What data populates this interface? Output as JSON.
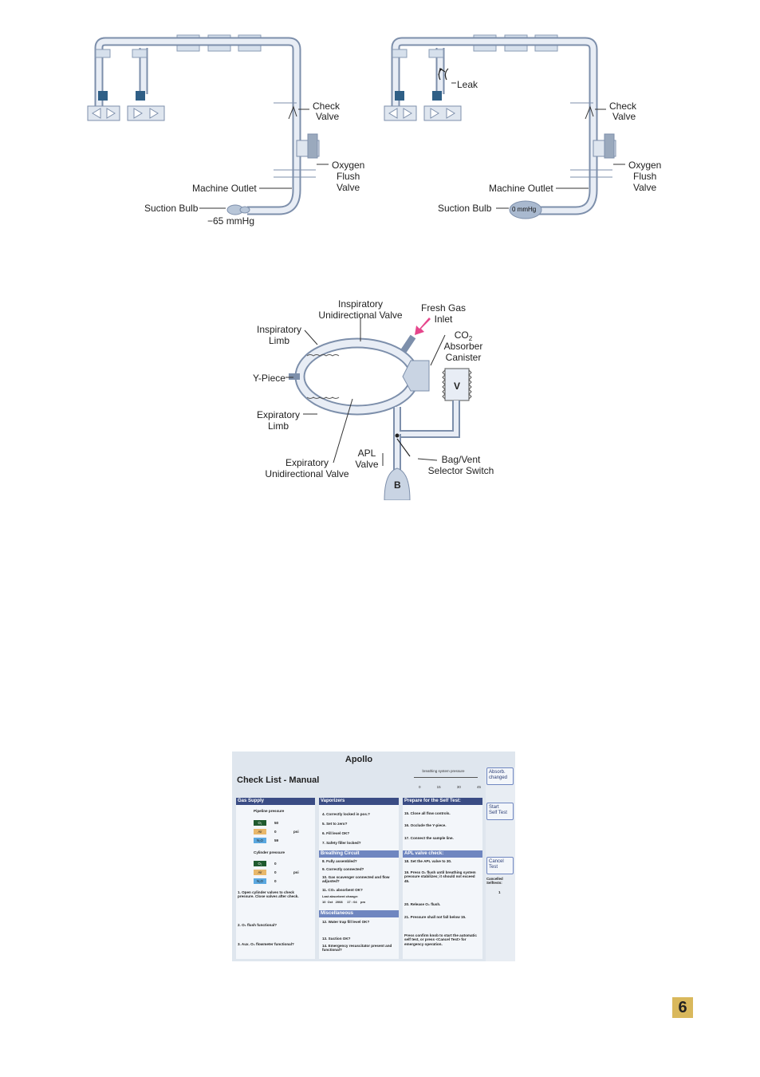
{
  "figure1": {
    "left": {
      "check_valve": [
        "Check",
        "Valve"
      ],
      "oxygen_flush": [
        "Oxygen",
        "Flush",
        "Valve"
      ],
      "machine_outlet": "Machine Outlet",
      "suction_bulb": "Suction Bulb",
      "pressure": "−65 mmHg"
    },
    "right": {
      "leak": "Leak",
      "check_valve": [
        "Check",
        "Valve"
      ],
      "oxygen_flush": [
        "Oxygen",
        "Flush",
        "Valve"
      ],
      "machine_outlet": "Machine Outlet",
      "suction_bulb": "Suction Bulb",
      "pressure": "0 mmHg"
    }
  },
  "figure2": {
    "insp_valve": [
      "Inspiratory",
      "Unidirectional Valve"
    ],
    "fresh_gas": [
      "Fresh Gas",
      "Inlet"
    ],
    "insp_limb": [
      "Inspiratory",
      "Limb"
    ],
    "co2": [
      "CO",
      "2",
      "Absorber",
      "Canister"
    ],
    "ypiece": "Y-Piece",
    "v": "V",
    "exp_limb": [
      "Expiratory",
      "Limb"
    ],
    "apl": [
      "APL",
      "Valve"
    ],
    "bagvent": [
      "Bag/Vent",
      "Selector Switch"
    ],
    "exp_valve": [
      "Expiratory",
      "Unidirectional Valve"
    ],
    "b": "B"
  },
  "apollo": {
    "title": "Apollo",
    "checklist_title": "Check List - Manual",
    "bsp_label": "breathing system pressure",
    "bsp_ticks": [
      "0",
      "15",
      "30",
      "45"
    ],
    "sidebar": {
      "absorb": [
        "Absorb.",
        "changed"
      ],
      "start": [
        "Start",
        "Self Test"
      ],
      "cancel": [
        "Cancel",
        "Test"
      ],
      "cancelled_label": "Cancelled Selftests:",
      "cancelled_value": "1"
    },
    "gas_supply": {
      "header": "Gas Supply",
      "pipeline_label": "Pipeline pressure",
      "cylinder_label": "Cylinder pressure",
      "unit": "psi",
      "pipeline": [
        {
          "gas": "O₂",
          "value": "50",
          "color": "#1f5a2e"
        },
        {
          "gas": "Air",
          "value": "0",
          "color": "#e9b86a"
        },
        {
          "gas": "N₂O",
          "value": "59",
          "color": "#5aa8e0"
        }
      ],
      "cylinder": [
        {
          "gas": "O₂",
          "value": "0",
          "color": "#1f5a2e"
        },
        {
          "gas": "Air",
          "value": "0",
          "color": "#e9b86a"
        },
        {
          "gas": "N₂O",
          "value": "0",
          "color": "#5aa8e0"
        }
      ],
      "items": [
        "1. Open cylinder valves to check pressure. Close valves after check.",
        "2. O₂ flush functional?",
        "3. Aux. O₂ flowmeter functional?"
      ]
    },
    "vaporizers": {
      "header": "Vaporizers",
      "items": [
        "4. Correctly locked in pos.?",
        "5. Set to zero?",
        "6. Fill level OK?",
        "7. Safety filler locked?"
      ]
    },
    "breathing_circuit": {
      "header": "Breathing Circuit",
      "items": [
        "8. Fully assembled?",
        "9. Correctly connected?",
        "10. Gas scavenger connected and flow adjusted?",
        "11. CO₂ absorbent OK?"
      ],
      "last_absorbent_label": "Last absorbent change:",
      "last_absorbent_value": "10  Oct   2008     17 : 04    pm"
    },
    "miscellaneous": {
      "header": "Miscellaneous",
      "items": [
        "12. Water trap fill level OK?",
        "13. Suction OK?",
        "14. Emergency resuscitator present and functional?"
      ]
    },
    "prepare": {
      "header": "Prepare for the Self Test:",
      "items": [
        "15. Close all flow controls.",
        "16. Occlude the Y-piece.",
        "17. Connect the sample line."
      ]
    },
    "apl_check": {
      "header": "APL valve check:",
      "items": [
        "18. Set the APL valve to 30.",
        "19. Press O₂ flush until breathing system pressure stabilizes; it should not exceed 45.",
        "20. Release O₂ flush.",
        "21. Pressure shall not fall below 15."
      ],
      "footer": "Press confirm knob to start the automatic self test, or press <Cancel Test> for emergency operation."
    }
  },
  "page_number": "6"
}
